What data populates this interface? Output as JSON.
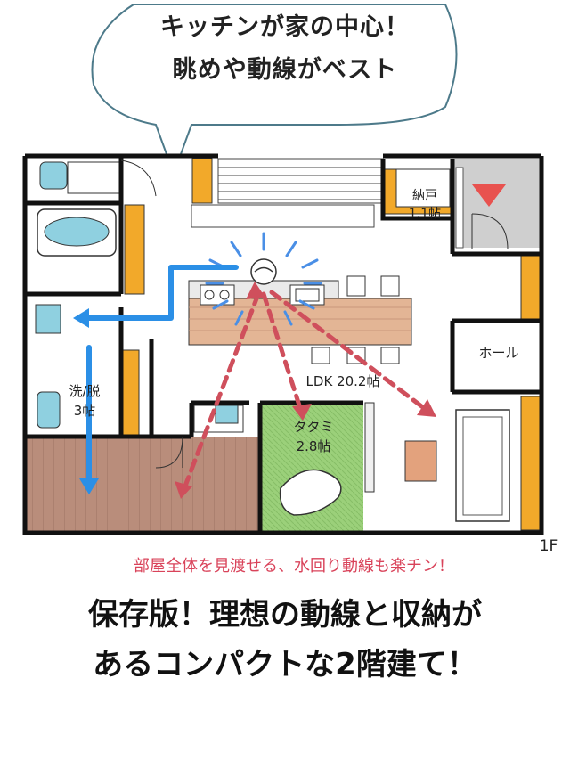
{
  "bubble": {
    "line1": "キッチンが家の中心！",
    "line2": "眺めや動線がベスト"
  },
  "rooms": {
    "storage_name": "納戸",
    "storage_size": "1.1帖",
    "hall": "ホール",
    "ldk": "LDK 20.2帖",
    "washroom_name": "洗/脱",
    "washroom_size": "3帖",
    "tatami_name": "タタミ",
    "tatami_size": "2.8帖"
  },
  "floor_label": "1F",
  "note": "部屋全体を見渡せる、水回り動線も楽チン！",
  "headline": {
    "line1": "保存版！理想の動線と収納が",
    "line2": "あるコンパクトな2階建て！"
  },
  "colors": {
    "wall": "#111111",
    "storage": "#f2a92a",
    "tatami": "#9bd07a",
    "wood": "#b88a76",
    "counter": "#e3b595",
    "blue_arrow": "#2b8fe6",
    "red_arrow": "#cf4f5c"
  }
}
